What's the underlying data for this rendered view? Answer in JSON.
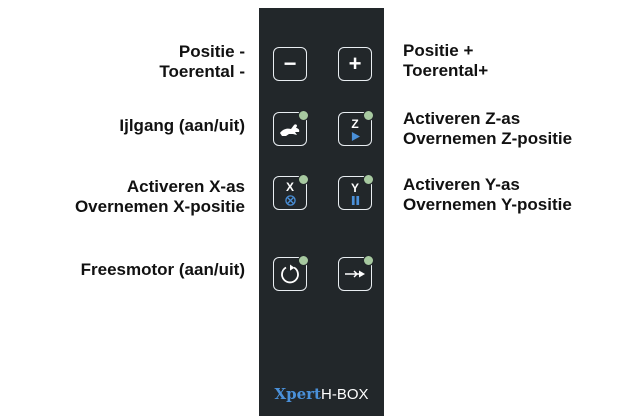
{
  "labels": {
    "left": {
      "row1": [
        "Positie -",
        "Toerental -"
      ],
      "row2": "Ijlgang (aan/uit)",
      "row3": [
        "Activeren X-as",
        "Overnemen X-positie"
      ],
      "row4": "Freesmotor (aan/uit)"
    },
    "right": {
      "row1": [
        "Positie +",
        "Toerental+"
      ],
      "row2": [
        "Activeren Z-as",
        "Overnemen Z-positie"
      ],
      "row3": [
        "Activeren Y-as",
        "Overnemen Y-positie"
      ]
    }
  },
  "keys": {
    "minus": "−",
    "plus": "+",
    "z_letter": "Z",
    "x_letter": "X",
    "y_letter": "Y"
  },
  "brand": {
    "xpert": "Xpert",
    "model": "H-BOX"
  },
  "colors": {
    "panel": "#22272a",
    "led": "#a7c9a0",
    "accent": "#4a90d9",
    "key_border": "#e9eef2"
  }
}
